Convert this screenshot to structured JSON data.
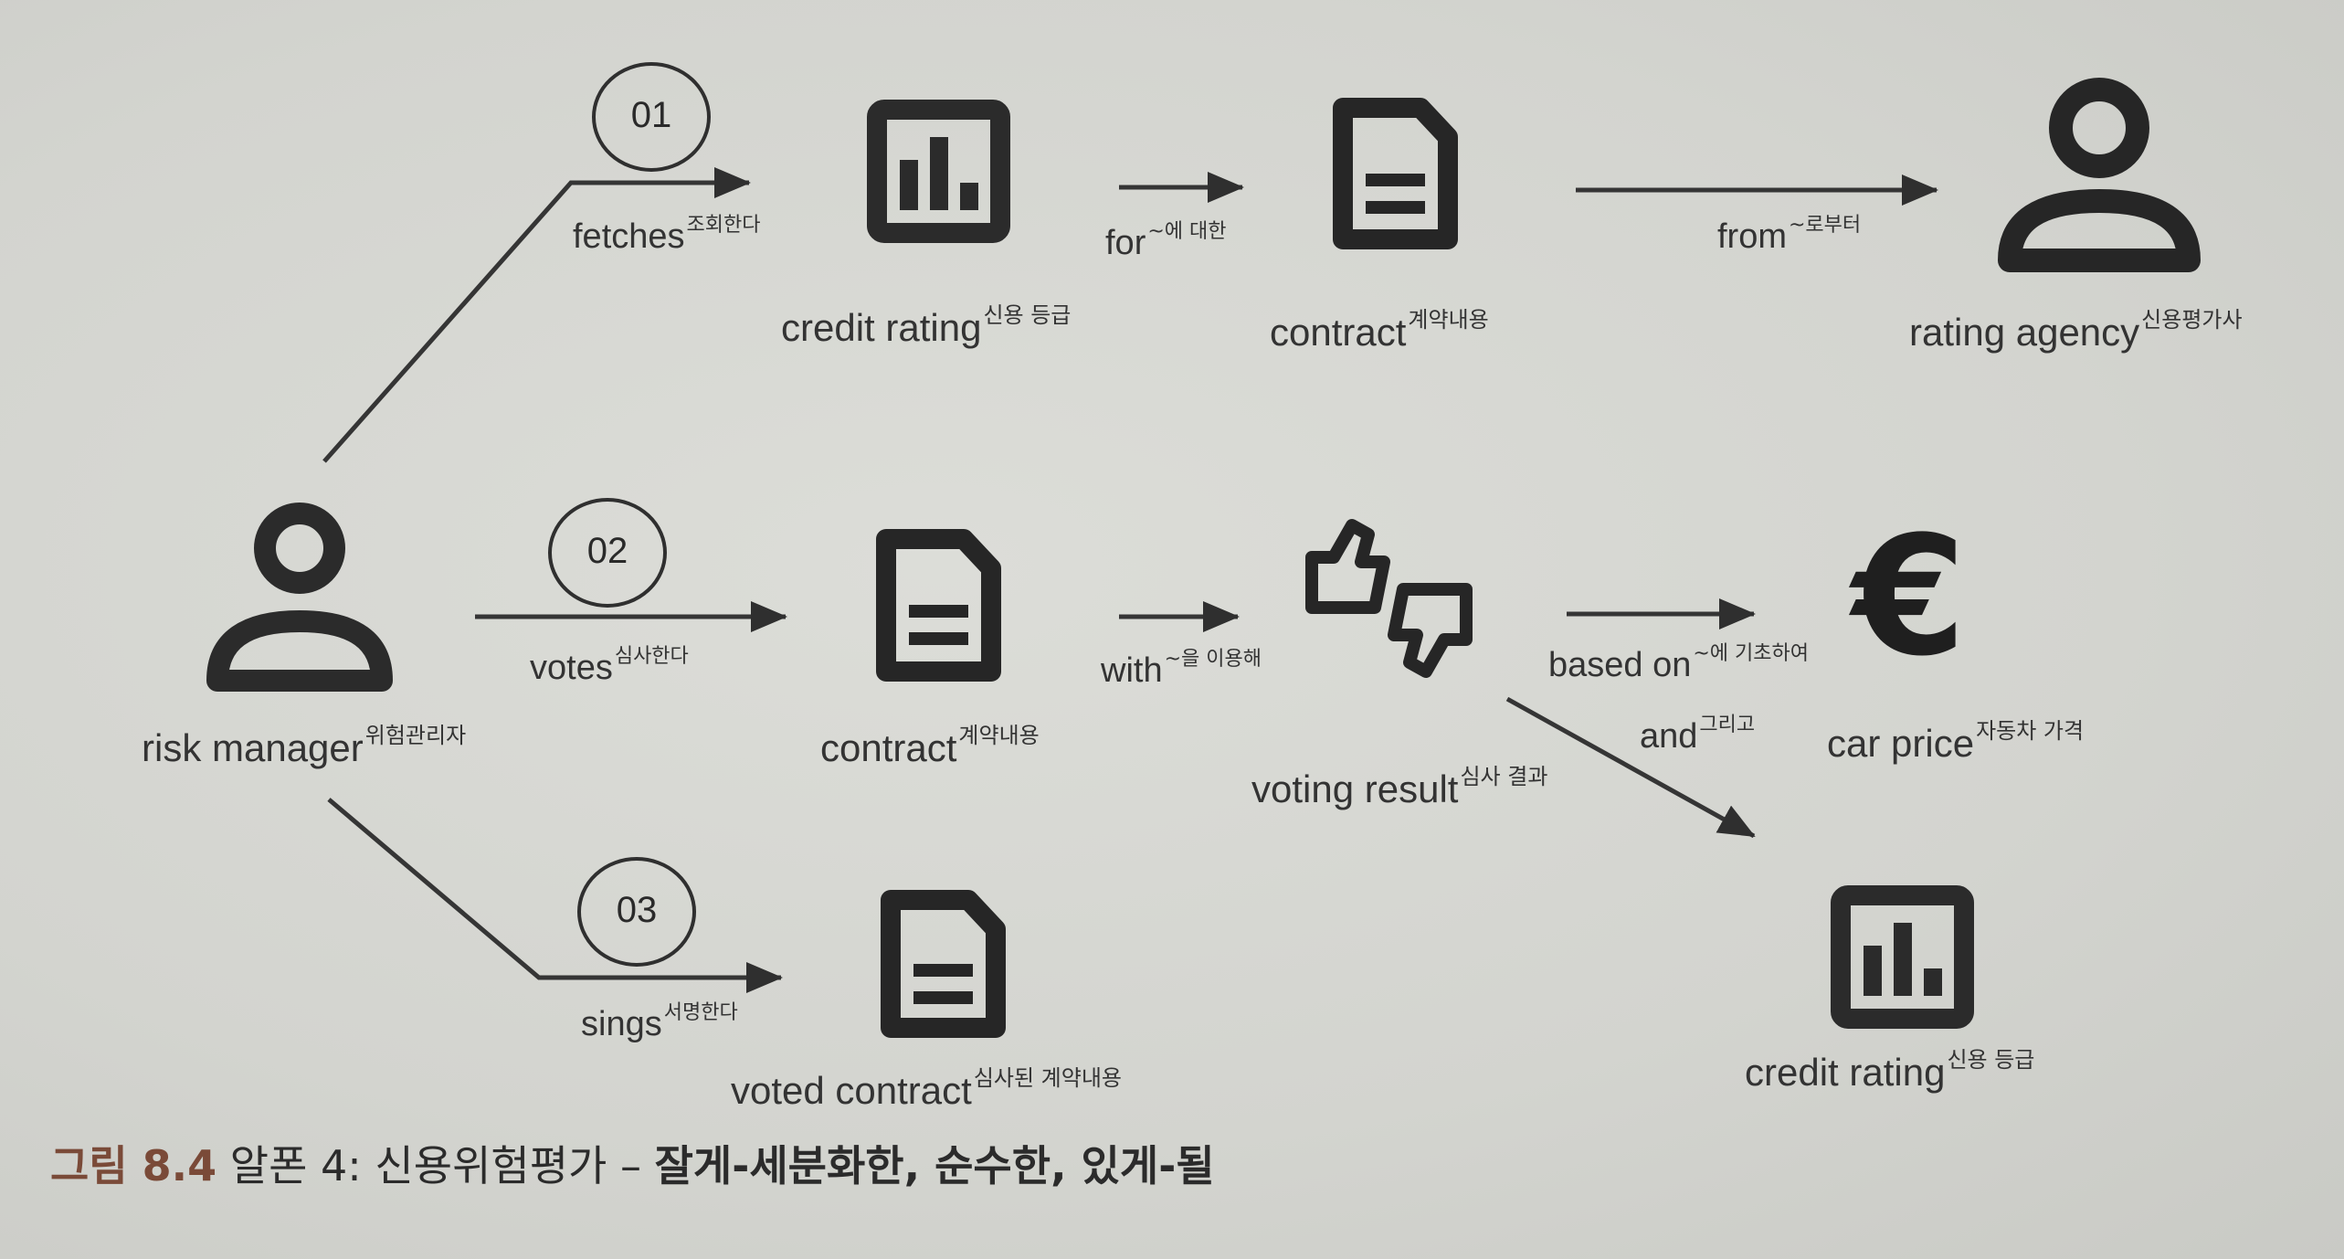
{
  "steps": [
    "01",
    "02",
    "03"
  ],
  "nodes": {
    "risk_manager": {
      "en": "risk manager",
      "ko": "위험관리자",
      "icon": "person-icon"
    },
    "credit_rating_top": {
      "en": "credit rating",
      "ko": "신용 등급",
      "icon": "bar-chart-icon"
    },
    "contract_top": {
      "en": "contract",
      "ko": "계약내용",
      "icon": "document-icon"
    },
    "rating_agency": {
      "en": "rating agency",
      "ko": "신용평가사",
      "icon": "person-icon"
    },
    "contract_mid": {
      "en": "contract",
      "ko": "계약내용",
      "icon": "document-icon"
    },
    "voting_result": {
      "en": "voting result",
      "ko": "심사 결과",
      "icon": "thumbs-up-down-icon"
    },
    "car_price": {
      "en": "car price",
      "ko": "자동차 가격",
      "icon": "euro-icon"
    },
    "credit_rating_bottom": {
      "en": "credit rating",
      "ko": "신용 등급",
      "icon": "bar-chart-icon"
    },
    "voted_contract": {
      "en": "voted contract",
      "ko": "심사된 계약내용",
      "icon": "document-icon"
    }
  },
  "edges": {
    "fetches": {
      "en": "fetches",
      "ko": "조회한다"
    },
    "for": {
      "en": "for",
      "ko": "~에 대한"
    },
    "from": {
      "en": "from",
      "ko": "~로부터"
    },
    "votes": {
      "en": "votes",
      "ko": "심사한다"
    },
    "with": {
      "en": "with",
      "ko": "~을 이용해"
    },
    "based_on": {
      "en": "based on",
      "ko": "~에 기초하여"
    },
    "and": {
      "en": "and",
      "ko": "그리고"
    },
    "sings": {
      "en": "sings",
      "ko": "서명한다"
    }
  },
  "caption": {
    "figure": "그림 8.4",
    "title": "알폰 4: 신용위험평가 –",
    "subtitle": "잘게-세분화한, 순수한, 있게-될"
  }
}
